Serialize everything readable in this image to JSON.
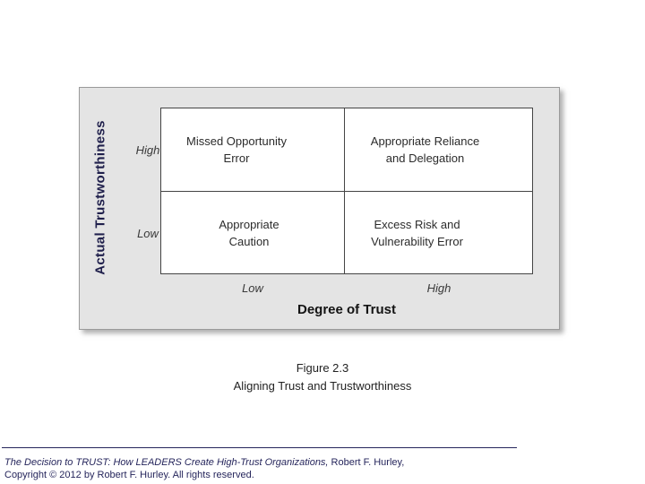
{
  "matrix": {
    "y_axis_title": "Actual Trustworthiness",
    "x_axis_title": "Degree of Trust",
    "row_labels": [
      "High",
      "Low"
    ],
    "column_labels": [
      "Low",
      "High"
    ],
    "cells": [
      {
        "row": "High",
        "col": "Low",
        "line1": "Missed Opportunity",
        "line2": "Error"
      },
      {
        "row": "High",
        "col": "High",
        "line1": "Appropriate Reliance",
        "line2": "and Delegation"
      },
      {
        "row": "Low",
        "col": "Low",
        "line1": "Appropriate",
        "line2": "Caution"
      },
      {
        "row": "Low",
        "col": "High",
        "line1": "Excess Risk and",
        "line2": "Vulnerability Error"
      }
    ]
  },
  "caption": {
    "figure_number": "Figure 2.3",
    "figure_title": "Aligning Trust and Trustworthiness"
  },
  "footer": {
    "citation_italic": "The Decision to TRUST: How LEADERS Create High-Trust Organizations,",
    "citation_regular": " Robert F. Hurley,",
    "copyright": "Copyright © 2012 by Robert F. Hurley. All rights reserved."
  },
  "colors": {
    "panel_background": "#e4e4e4",
    "panel_border": "#9a9a9a",
    "grid_border": "#444444",
    "heading_text": "#20204c",
    "footer_text": "#26265c"
  }
}
